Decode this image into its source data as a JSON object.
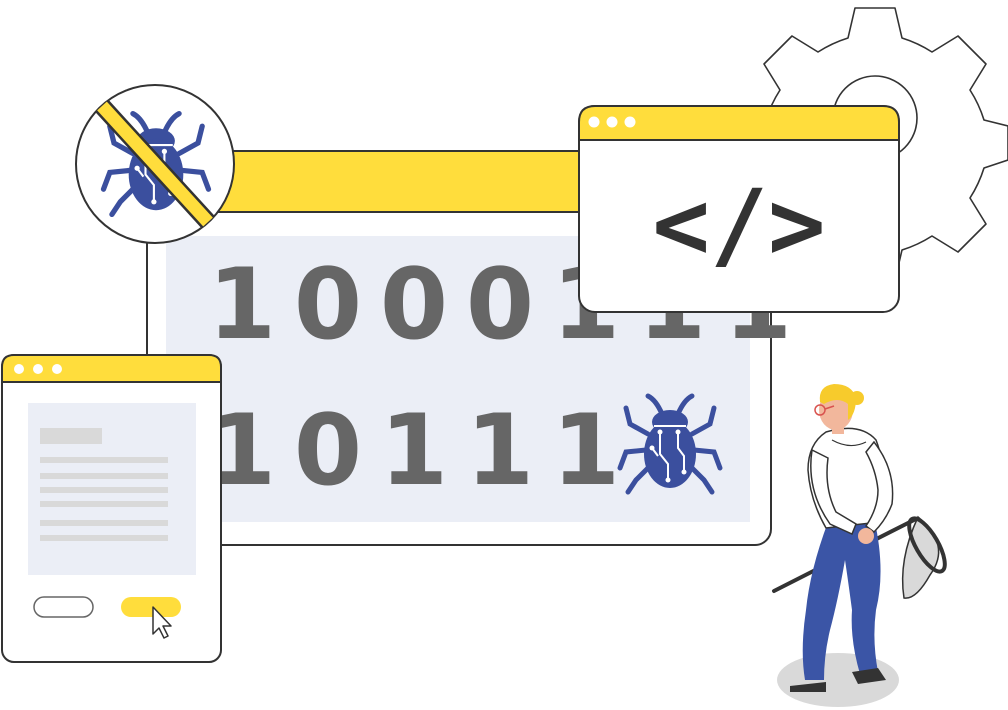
{
  "binary": {
    "row1": [
      "1",
      "0",
      "0",
      "0",
      "1",
      "1",
      "1"
    ],
    "row2": [
      "1",
      "0",
      "1",
      "1",
      "1"
    ]
  },
  "code_window": {
    "symbol": "</>"
  },
  "colors": {
    "accent": "#FFDD3C",
    "outline": "#333333",
    "panel": "#EBEEF6",
    "bug": "#3B4F9E",
    "skeleton": "#D9D9D9",
    "pants": "#3B55A6",
    "hair": "#F7CB2C"
  },
  "icons": {
    "forbidden_bug": "no-bug-icon",
    "bug": "bug-icon",
    "gear": "gear-icon",
    "cursor": "cursor-icon",
    "net": "bug-net-icon"
  }
}
